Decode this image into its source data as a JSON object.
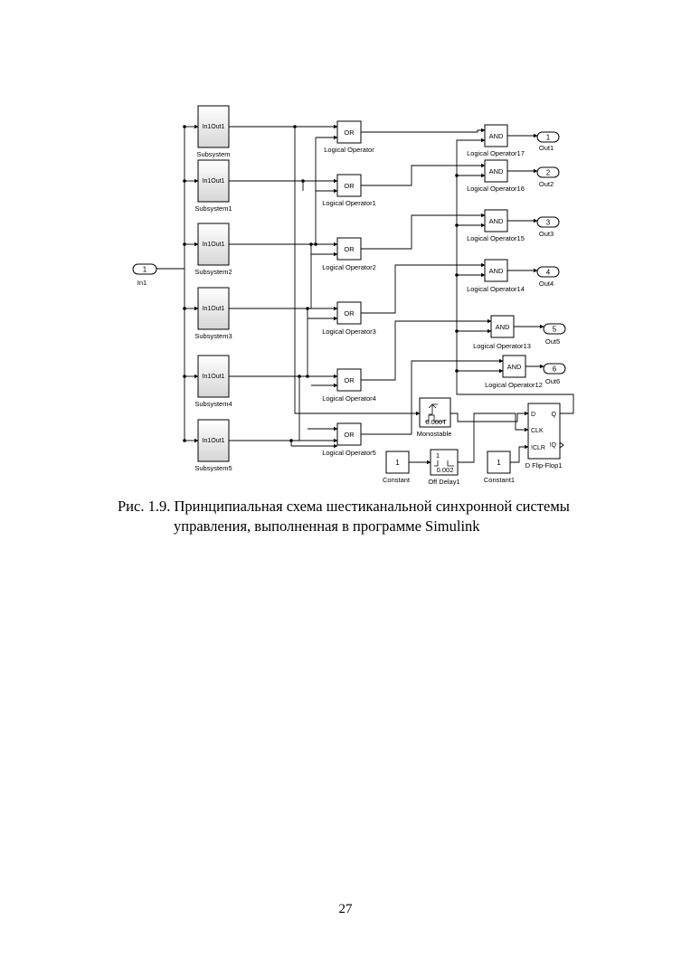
{
  "diagram": {
    "inport": {
      "number": "1",
      "label": "In1"
    },
    "subsystems": [
      {
        "label": "Subsystem",
        "ports": "In1Out1"
      },
      {
        "label": "Subsystem1",
        "ports": "In1Out1"
      },
      {
        "label": "Subsystem2",
        "ports": "In1Out1"
      },
      {
        "label": "Subsystem3",
        "ports": "In1Out1"
      },
      {
        "label": "Subsystem4",
        "ports": "In1Out1"
      },
      {
        "label": "Subsystem5",
        "ports": "In1Out1"
      }
    ],
    "or_blocks": [
      {
        "op": "OR",
        "label": "Logical Operator"
      },
      {
        "op": "OR",
        "label": "Logical Operator1"
      },
      {
        "op": "OR",
        "label": "Logical Operator2"
      },
      {
        "op": "OR",
        "label": "Logical Operator3"
      },
      {
        "op": "OR",
        "label": "Logical Operator4"
      },
      {
        "op": "OR",
        "label": "Logical Operator5"
      }
    ],
    "and_blocks": [
      {
        "op": "AND",
        "label": "Logical Operator17"
      },
      {
        "op": "AND",
        "label": "Logical Operator16"
      },
      {
        "op": "AND",
        "label": "Logical Operator15"
      },
      {
        "op": "AND",
        "label": "Logical Operator14"
      },
      {
        "op": "AND",
        "label": "Logical Operator13"
      },
      {
        "op": "AND",
        "label": "Logical Operator12"
      }
    ],
    "outports": [
      {
        "number": "1",
        "label": "Out1"
      },
      {
        "number": "2",
        "label": "Out2"
      },
      {
        "number": "3",
        "label": "Out3"
      },
      {
        "number": "4",
        "label": "Out4"
      },
      {
        "number": "5",
        "label": "Out5"
      },
      {
        "number": "6",
        "label": "Out6"
      }
    ],
    "monostable": {
      "value": "0.000T",
      "label": "Monostable"
    },
    "off_delay": {
      "top": "1",
      "value": "0.002",
      "label": "Off Delay1"
    },
    "constant": {
      "value": "1",
      "label": "Constant"
    },
    "constant1": {
      "value": "1",
      "label": "Constant1"
    },
    "flipflop": {
      "d": "D",
      "clk": "CLK",
      "clr": "!CLR",
      "q": "Q",
      "nq": "!Q",
      "label": "D Flip-Flop1"
    }
  },
  "caption": {
    "line1": "Рис. 1.9. Принципиальная схема шестиканальной синхронной системы",
    "line2": "управления, выполненная в программе Simulink"
  },
  "page_number": "27"
}
